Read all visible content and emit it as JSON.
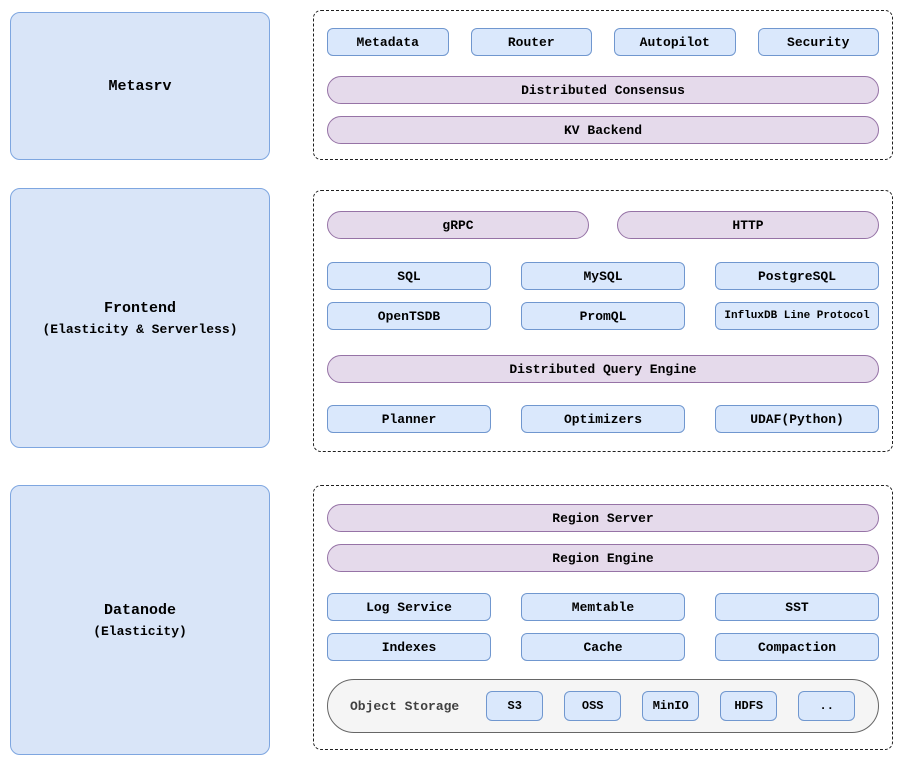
{
  "colors": {
    "box_blue_fill": "#dae8fc",
    "box_blue_border": "#7097cf",
    "pill_purple_fill": "#e5daeb",
    "pill_purple_border": "#9673a6",
    "section_blue_fill": "#d9e5f8",
    "section_blue_border": "#7ea6e0",
    "storage_fill": "#f5f5f5",
    "storage_border": "#666666",
    "dashed_border": "#1f1f1f"
  },
  "metasrv": {
    "title": "Metasrv",
    "components": [
      "Metadata",
      "Router",
      "Autopilot",
      "Security"
    ],
    "layers": [
      "Distributed Consensus",
      "KV Backend"
    ]
  },
  "frontend": {
    "title": "Frontend",
    "subtitle": "(Elasticity & Serverless)",
    "transports": [
      "gRPC",
      "HTTP"
    ],
    "protocols_row1": [
      "SQL",
      "MySQL",
      "PostgreSQL"
    ],
    "protocols_row2": [
      "OpenTSDB",
      "PromQL",
      "InfluxDB Line Protocol"
    ],
    "query_engine": "Distributed Query Engine",
    "engine_parts": [
      "Planner",
      "Optimizers",
      "UDAF(Python)"
    ]
  },
  "datanode": {
    "title": "Datanode",
    "subtitle": "(Elasticity)",
    "layers": [
      "Region Server",
      "Region Engine"
    ],
    "components_row1": [
      "Log Service",
      "Memtable",
      "SST"
    ],
    "components_row2": [
      "Indexes",
      "Cache",
      "Compaction"
    ],
    "object_storage": {
      "label": "Object Storage",
      "backends": [
        "S3",
        "OSS",
        "MinIO",
        "HDFS",
        ".."
      ]
    }
  }
}
